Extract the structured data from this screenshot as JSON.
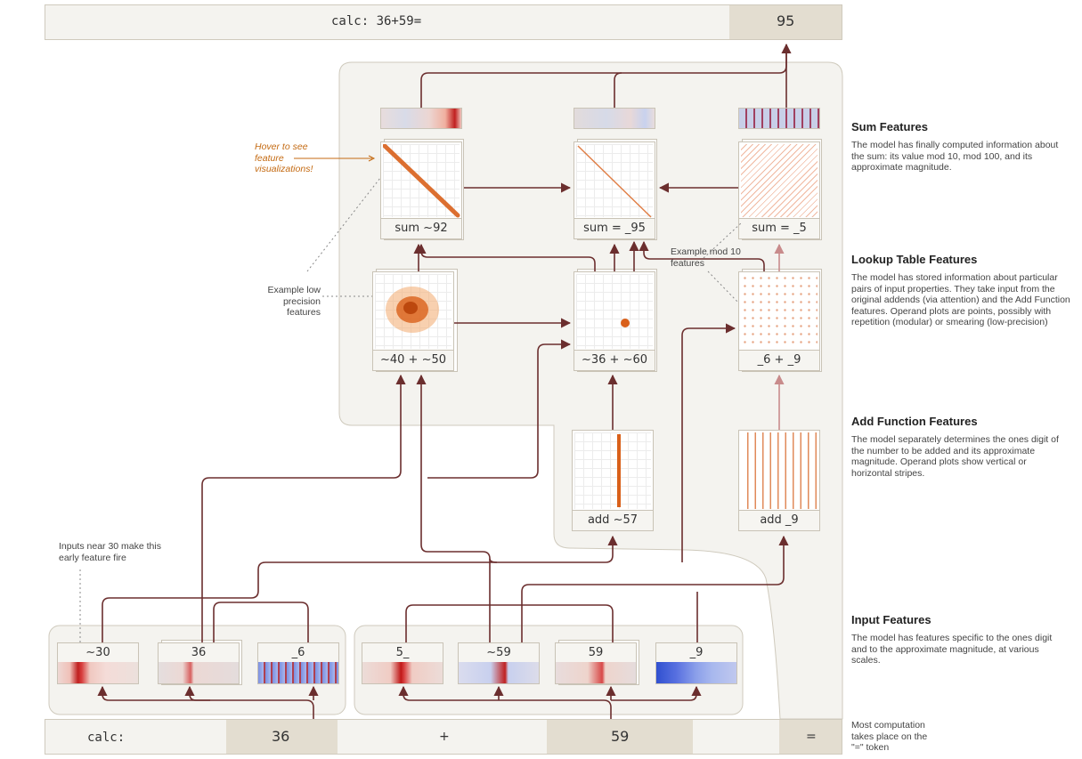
{
  "top_prompt": {
    "prompt": "calc: 36+59=",
    "answer": "95"
  },
  "bottom_prompt": {
    "calc": "calc:",
    "a": "36",
    "plus": "+",
    "b": "59",
    "eq": "="
  },
  "cards": {
    "sum_92": "sum ~92",
    "sum_95": "sum = _95",
    "sum_5": "sum = _5",
    "lk_40_50": "~40 + ~50",
    "lk_36_60": "~36 + ~60",
    "lk_6_9": "_6 + _9",
    "add_57": "add ~57",
    "add_9": "add _9"
  },
  "inputs": {
    "i30": "~30",
    "i36": "36",
    "i6": "_6",
    "i5": "5_",
    "i59a": "~59",
    "i59b": "59",
    "i9": "_9"
  },
  "sections": {
    "sum": {
      "title": "Sum Features",
      "desc": "The model has finally computed information about the sum: its value mod 10, mod 100, and its approximate magnitude."
    },
    "lookup": {
      "title": "Lookup Table Features",
      "desc": "The model has stored information about particular pairs of input properties. They take input from the original addends (via attention) and the Add Function features. Operand plots are points, possibly with repetition (modular) or smearing (low-precision)"
    },
    "add": {
      "title": "Add Function Features",
      "desc": "The model separately determines the ones digit of the number to be added and its approximate magnitude. Operand plots show vertical or horizontal stripes."
    },
    "input": {
      "title": "Input Features",
      "desc": "The model has features specific to the ones digit and to the approximate magnitude, at various scales."
    }
  },
  "notes": {
    "hover": "Hover to see feature visualizations!",
    "low_precision": "Example low precision features",
    "mod10": "Example mod 10 features",
    "inputs_near_30": "Inputs near 30 make this early feature fire",
    "most_computation": "Most computation takes place on the \"=\" token"
  },
  "colors": {
    "arrow": "#6b2e2e",
    "arrow_light": "#c88b8b",
    "accent": "#d9601a",
    "region": "#f4f3ef"
  }
}
